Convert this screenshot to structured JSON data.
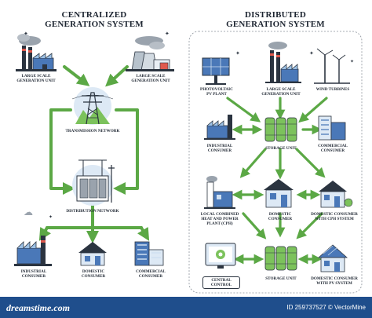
{
  "centralized": {
    "title_line1": "CENTRALIZED",
    "title_line2": "GENERATION SYSTEM",
    "large_unit_left": "LARGE SCALE GENERATION UNIT",
    "large_unit_right": "LARGE SCALE GENERATION UNIT",
    "transmission": "TRANSMISSION NETWORK",
    "distribution": "DISTRIBUTION NETWORK",
    "industrial": "INDUSTRIAL CONSUMER",
    "domestic": "DOMESTIC CONSUMER",
    "commercial": "COMMERCIAL CONSUMER"
  },
  "distributed": {
    "title_line1": "DISTRIBUTED",
    "title_line2": "GENERATION SYSTEM",
    "pv_plant": "PHOTOVOLTAIC PV PLANT",
    "large_unit": "LARGE SCALE GENERATION UNIT",
    "wind": "WIND TURBINES",
    "industrial": "INDUSTRIAL CONSUMER",
    "storage_top": "STORAGE UNIT",
    "commercial": "COMMERCIAL CONSUMER",
    "chp_plant": "LOCAL COMBINED HEAT AND POWER PLANT (CPH)",
    "domestic": "DOMESTIC CONSUMER",
    "domestic_chp": "DOMESTIC CONSUMER WITH CPH SYSTEM",
    "central_control": "CENTRAL CONTROL",
    "storage_bottom": "STORAGE UNIT",
    "domestic_pv": "DOMESTIC CONSUMER WITH PV SYSTEM"
  },
  "footer": {
    "brand": "dreamstime.com",
    "id_text": "ID 259737527 © VectorMine"
  },
  "colors": {
    "arrow": "#5ba845",
    "dark": "#2b3440",
    "blue": "#4a78b8",
    "light_blue": "#cfe0f1",
    "green": "#7cc25c",
    "footer": "#1f4e8c"
  }
}
